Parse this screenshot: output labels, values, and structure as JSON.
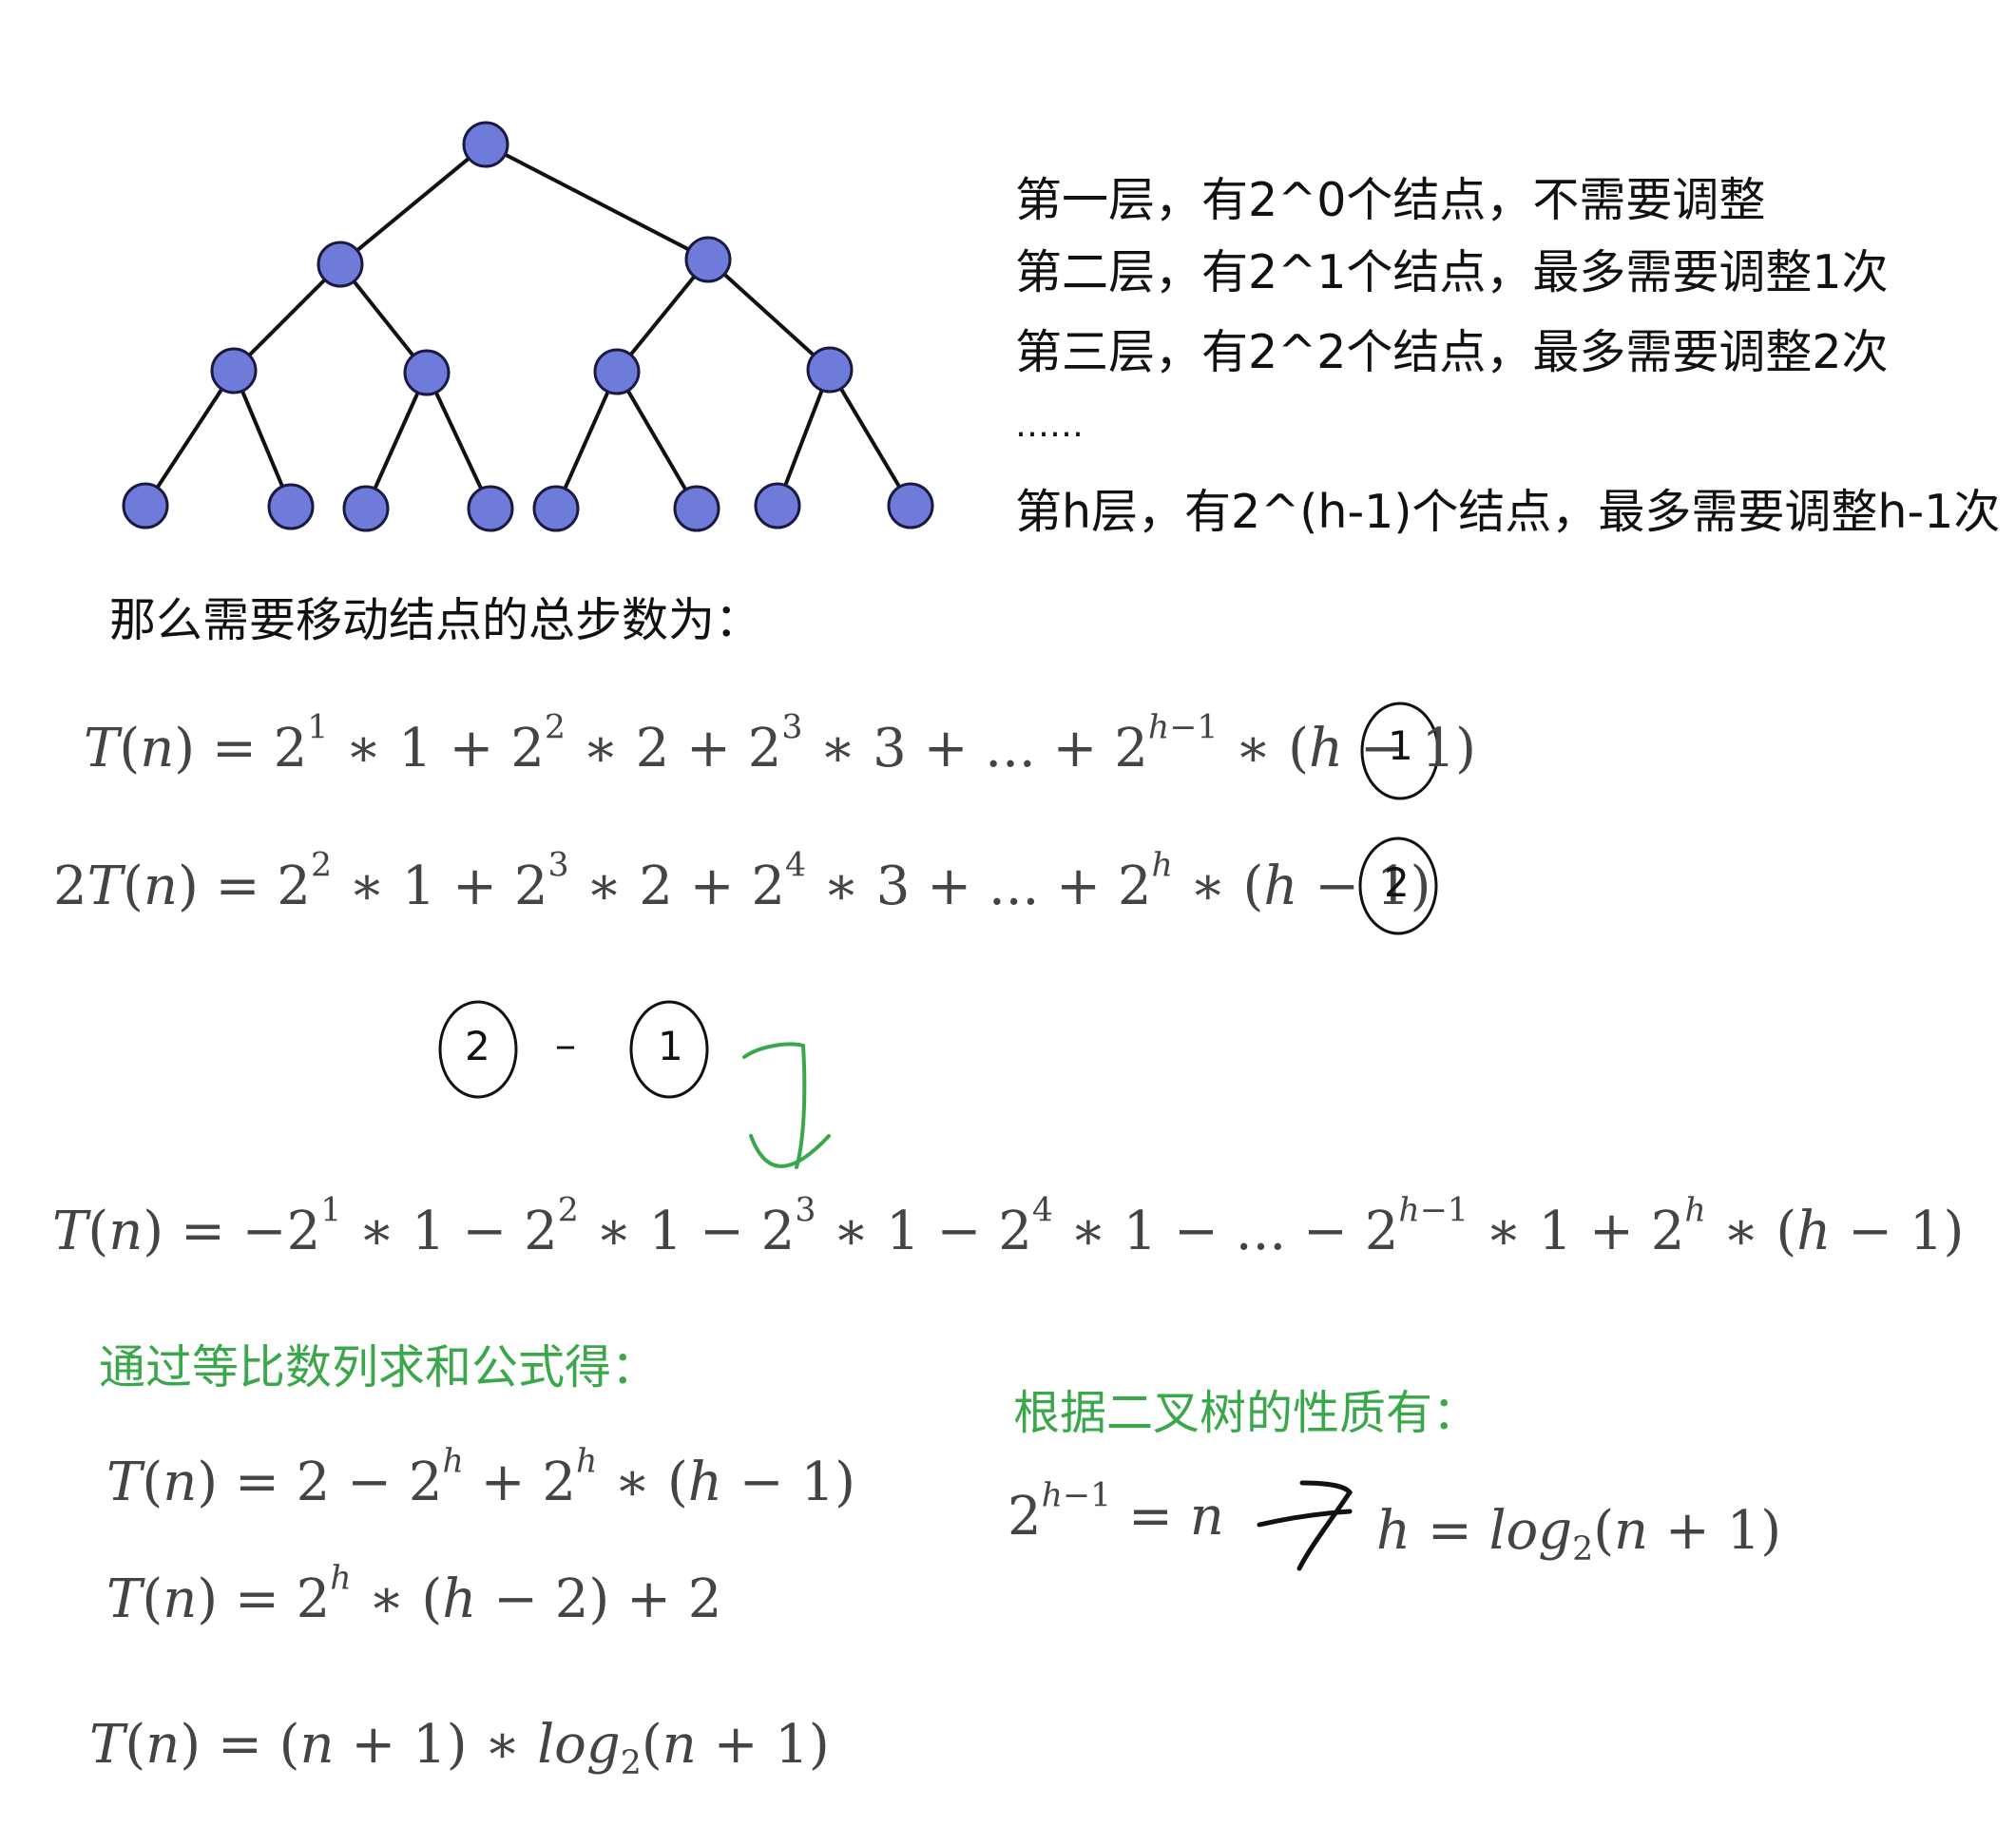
{
  "levels": [
    "第一层，有2^0个结点，不需要调整",
    "第二层，有2^1个结点，最多需要调整1次",
    "第三层，有2^2个结点，最多需要调整2次",
    "……",
    "第h层，有2^(h-1)个结点，最多需要调整h-1次"
  ],
  "total_steps_label": "那么需要移动结点的总步数为：",
  "geometric_label": "通过等比数列求和公式得：",
  "tree_property_label": "根据二叉树的性质有：",
  "circle_labels": {
    "eq1": "1",
    "eq2": "2",
    "sub_a": "2",
    "sub_b": "1",
    "minus": "–"
  },
  "colors": {
    "node_fill": "#6f7bd9",
    "node_stroke": "#1a1a40",
    "annotation_green": "#3aa84a"
  }
}
